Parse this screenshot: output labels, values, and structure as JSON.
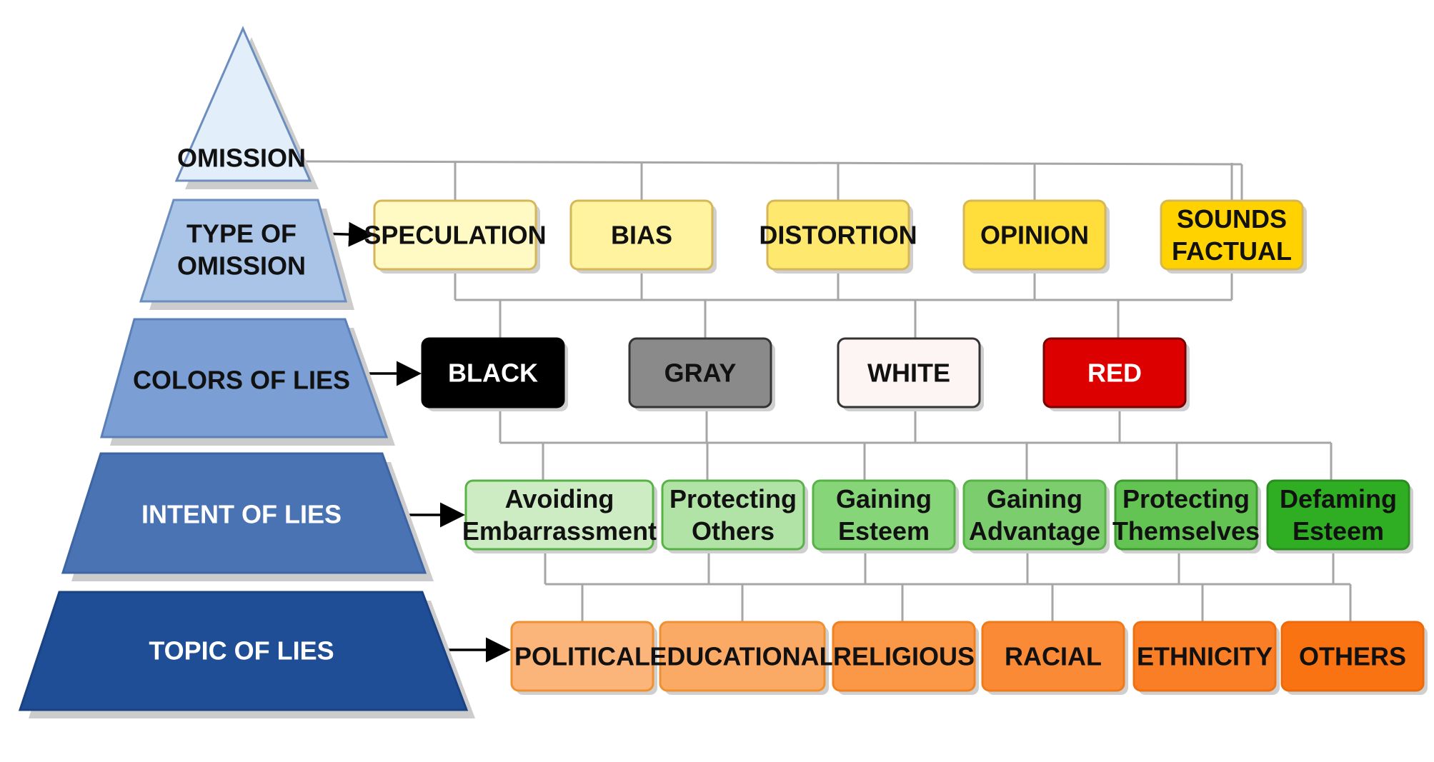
{
  "pyramid": [
    {
      "label": [
        "OMISSION"
      ],
      "fill": "#e3eefb",
      "stroke": "#6c8ebf",
      "text_color": "#111111"
    },
    {
      "label": [
        "TYPE OF",
        "OMISSION"
      ],
      "fill": "#a9c4e6",
      "stroke": "#6c8ebf",
      "text_color": "#111111"
    },
    {
      "label": [
        "COLORS OF LIES"
      ],
      "fill": "#7b9fd4",
      "stroke": "#5b80b8",
      "text_color": "#111111"
    },
    {
      "label": [
        "INTENT OF LIES"
      ],
      "fill": "#4a73b3",
      "stroke": "#3d64a3",
      "text_color": "#ffffff"
    },
    {
      "label": [
        "TOPIC OF LIES"
      ],
      "fill": "#1f4e96",
      "stroke": "#1a4283",
      "text_color": "#ffffff"
    }
  ],
  "rows": {
    "types": [
      {
        "label": [
          "SPECULATION"
        ],
        "fill": "#fff9c4",
        "stroke": "#d6b656",
        "text_color": "#111111"
      },
      {
        "label": [
          "BIAS"
        ],
        "fill": "#fff3a0",
        "stroke": "#d6b656",
        "text_color": "#111111"
      },
      {
        "label": [
          "DISTORTION"
        ],
        "fill": "#ffe86e",
        "stroke": "#d6b656",
        "text_color": "#111111"
      },
      {
        "label": [
          "OPINION"
        ],
        "fill": "#ffde3c",
        "stroke": "#d6b656",
        "text_color": "#111111"
      },
      {
        "label": [
          "SOUNDS",
          "FACTUAL"
        ],
        "fill": "#ffd200",
        "stroke": "#d6b656",
        "text_color": "#111111"
      }
    ],
    "colors": [
      {
        "label": [
          "BLACK"
        ],
        "fill": "#000000",
        "stroke": "#000000",
        "text_color": "#ffffff"
      },
      {
        "label": [
          "GRAY"
        ],
        "fill": "#8a8a8a",
        "stroke": "#333333",
        "text_color": "#111111"
      },
      {
        "label": [
          "WHITE"
        ],
        "fill": "#fdf4f4",
        "stroke": "#333333",
        "text_color": "#111111"
      },
      {
        "label": [
          "RED"
        ],
        "fill": "#dd0000",
        "stroke": "#7a0000",
        "text_color": "#ffffff"
      }
    ],
    "intents": [
      {
        "label": [
          "Avoiding",
          "Embarrassment"
        ],
        "fill": "#cdecc4",
        "stroke": "#58b347",
        "text_color": "#111111"
      },
      {
        "label": [
          "Protecting",
          "Others"
        ],
        "fill": "#b2e3a6",
        "stroke": "#58b347",
        "text_color": "#111111"
      },
      {
        "label": [
          "Gaining",
          "Esteem"
        ],
        "fill": "#86d579",
        "stroke": "#58b347",
        "text_color": "#111111"
      },
      {
        "label": [
          "Gaining",
          "Advantage"
        ],
        "fill": "#7ccd6d",
        "stroke": "#58b347",
        "text_color": "#111111"
      },
      {
        "label": [
          "Protecting",
          "Themselves"
        ],
        "fill": "#63c454",
        "stroke": "#3f9a30",
        "text_color": "#111111"
      },
      {
        "label": [
          "Defaming",
          "Esteem"
        ],
        "fill": "#2fae24",
        "stroke": "#2a8e1f",
        "text_color": "#111111"
      }
    ],
    "topics": [
      {
        "label": [
          "POLITICAL"
        ],
        "fill": "#fbb57a",
        "stroke": "#f09030",
        "text_color": "#111111"
      },
      {
        "label": [
          "EDUCATIONAL"
        ],
        "fill": "#fbaa66",
        "stroke": "#f09030",
        "text_color": "#111111"
      },
      {
        "label": [
          "RELIGIOUS"
        ],
        "fill": "#fb9848",
        "stroke": "#f08020",
        "text_color": "#111111"
      },
      {
        "label": [
          "RACIAL"
        ],
        "fill": "#fa8a35",
        "stroke": "#f07a18",
        "text_color": "#111111"
      },
      {
        "label": [
          "ETHNICITY"
        ],
        "fill": "#f97e25",
        "stroke": "#ef7010",
        "text_color": "#111111"
      },
      {
        "label": [
          "OTHERS"
        ],
        "fill": "#f97312",
        "stroke": "#ee6a08",
        "text_color": "#111111"
      }
    ]
  }
}
